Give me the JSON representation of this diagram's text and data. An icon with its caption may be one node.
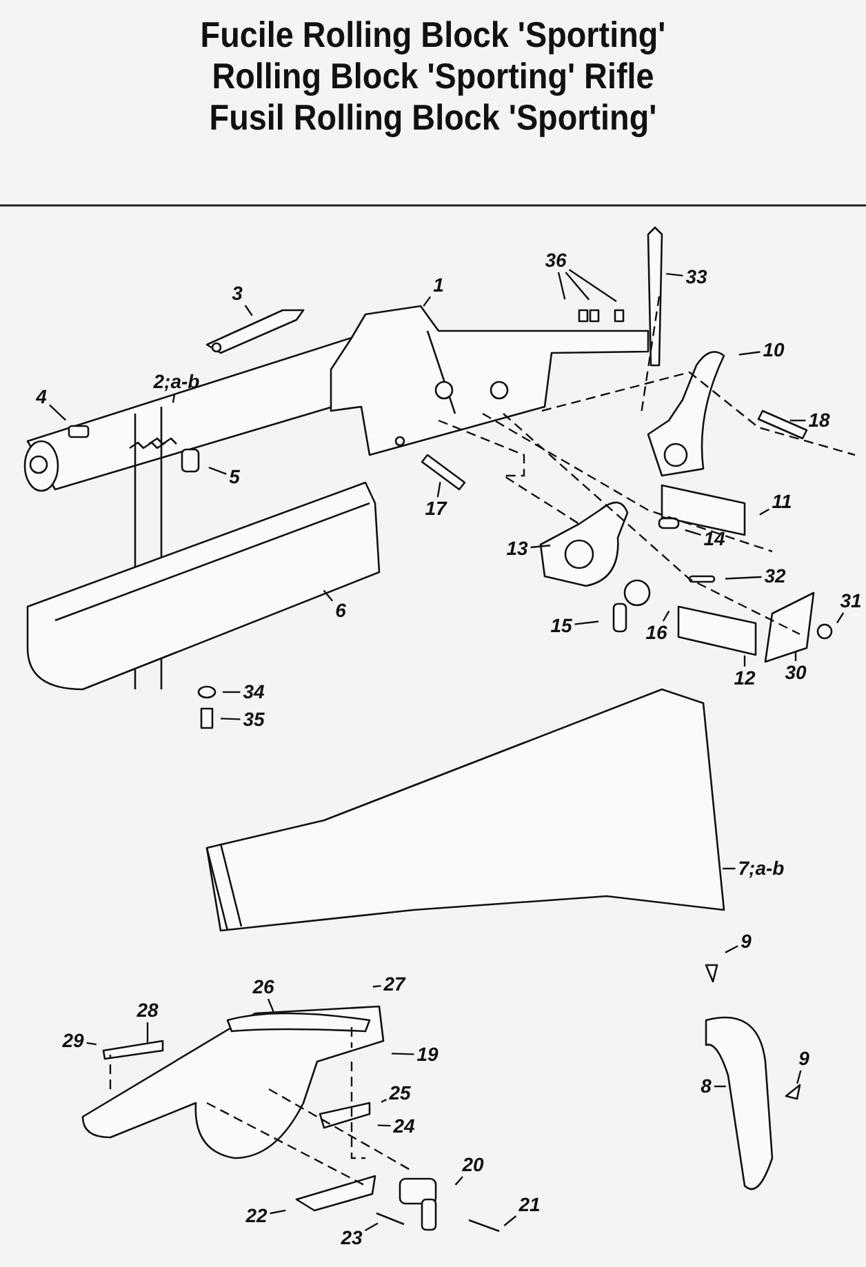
{
  "diagram": {
    "title": "Fucile Rolling Block 'Sporting'",
    "labels": [
      "Rolling Block 'Sporting' Rifle",
      "Fusil Rolling Block 'Sporting'"
    ],
    "nodes": [
      {
        "text": [
          "36"
        ]
      },
      {
        "text": [
          "33"
        ]
      },
      {
        "text": [
          "1"
        ]
      },
      {
        "text": [
          "3"
        ]
      },
      {
        "text": [
          "10"
        ]
      },
      {
        "text": [
          "2;a-b"
        ]
      },
      {
        "text": [
          "18"
        ]
      },
      {
        "text": [
          "4"
        ]
      },
      {
        "text": [
          "5"
        ]
      },
      {
        "text": [
          "17"
        ]
      },
      {
        "text": [
          "11"
        ]
      },
      {
        "text": [
          "14"
        ]
      },
      {
        "text": [
          "13"
        ]
      },
      {
        "text": [
          "32"
        ]
      },
      {
        "text": [
          "31"
        ]
      },
      {
        "text": [
          "15"
        ]
      },
      {
        "text": [
          "16"
        ]
      },
      {
        "text": [
          "30"
        ]
      },
      {
        "text": [
          "12"
        ]
      },
      {
        "text": [
          "6"
        ]
      },
      {
        "text": [
          "34"
        ]
      },
      {
        "text": [
          "35"
        ]
      },
      {
        "text": [
          "7;a-b"
        ]
      },
      {
        "text": [
          "9"
        ]
      },
      {
        "text": [
          "26"
        ]
      },
      {
        "text": [
          "27"
        ]
      },
      {
        "text": [
          "28"
        ]
      },
      {
        "text": [
          "29"
        ]
      },
      {
        "text": [
          "19"
        ]
      },
      {
        "text": [
          "9"
        ]
      },
      {
        "text": [
          "8"
        ]
      },
      {
        "text": [
          "25"
        ]
      },
      {
        "text": [
          "24"
        ]
      },
      {
        "text": [
          "20"
        ]
      },
      {
        "text": [
          "21"
        ]
      },
      {
        "text": [
          "22"
        ]
      },
      {
        "text": [
          "23"
        ]
      }
    ],
    "edges": [
      {
        "from": 0,
        "to": null,
        "arrow": "none"
      },
      {
        "from": 0,
        "to": null,
        "arrow": "none"
      },
      {
        "from": 0,
        "to": null,
        "arrow": "none"
      },
      {
        "from": 1,
        "to": null,
        "arrow": "none"
      },
      {
        "from": 2,
        "to": null,
        "arrow": "none"
      },
      {
        "from": 3,
        "to": null,
        "arrow": "none"
      },
      {
        "from": 4,
        "to": null,
        "arrow": "none"
      },
      {
        "from": 5,
        "to": null,
        "arrow": "none"
      },
      {
        "from": 6,
        "to": null,
        "arrow": "none"
      },
      {
        "from": 7,
        "to": null,
        "arrow": "none"
      },
      {
        "from": 8,
        "to": null,
        "arrow": "none"
      },
      {
        "from": 9,
        "to": null,
        "arrow": "none"
      },
      {
        "from": 10,
        "to": null,
        "arrow": "none"
      },
      {
        "from": 11,
        "to": null,
        "arrow": "none"
      },
      {
        "from": 12,
        "to": null,
        "arrow": "none"
      },
      {
        "from": 13,
        "to": null,
        "arrow": "none"
      },
      {
        "from": 14,
        "to": null,
        "arrow": "none"
      },
      {
        "from": 15,
        "to": null,
        "arrow": "none"
      },
      {
        "from": 16,
        "to": null,
        "arrow": "none"
      },
      {
        "from": 17,
        "to": null,
        "arrow": "none"
      },
      {
        "from": 18,
        "to": null,
        "arrow": "none"
      },
      {
        "from": 19,
        "to": null,
        "arrow": "none"
      },
      {
        "from": 20,
        "to": null,
        "arrow": "none"
      },
      {
        "from": 21,
        "to": null,
        "arrow": "none"
      },
      {
        "from": 22,
        "to": null,
        "arrow": "none"
      },
      {
        "from": 23,
        "to": null,
        "arrow": "none"
      },
      {
        "from": 24,
        "to": null,
        "arrow": "none"
      },
      {
        "from": 25,
        "to": null,
        "arrow": "none"
      },
      {
        "from": 26,
        "to": null,
        "arrow": "none"
      },
      {
        "from": 27,
        "to": null,
        "arrow": "none"
      },
      {
        "from": 28,
        "to": null,
        "arrow": "none"
      },
      {
        "from": 29,
        "to": null,
        "arrow": "none"
      },
      {
        "from": 30,
        "to": null,
        "arrow": "none"
      },
      {
        "from": 31,
        "to": null,
        "arrow": "none"
      },
      {
        "from": 32,
        "to": null,
        "arrow": "none"
      },
      {
        "from": 33,
        "to": null,
        "arrow": "none"
      },
      {
        "from": 34,
        "to": null,
        "arrow": "none"
      },
      {
        "from": 35,
        "to": null,
        "arrow": "none"
      },
      {
        "from": 36,
        "to": null,
        "arrow": "none"
      }
    ]
  }
}
